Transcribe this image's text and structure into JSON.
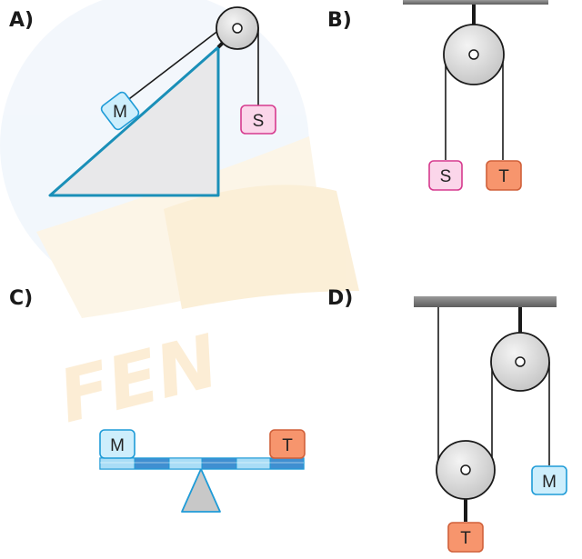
{
  "panels": {
    "a": {
      "label": "A)",
      "block_m": "M",
      "block_s": "S"
    },
    "b": {
      "label": "B)",
      "block_s": "S",
      "block_t": "T"
    },
    "c": {
      "label": "C)",
      "block_m": "M",
      "block_t": "T"
    },
    "d": {
      "label": "D)",
      "block_t": "T",
      "block_m": "M"
    }
  },
  "watermark": {
    "text": "FEN"
  },
  "colors": {
    "block_m_fill": "#cdeefc",
    "block_m_stroke": "#1e9bd7",
    "block_s_fill": "#fbd6ea",
    "block_s_stroke": "#d63a8e",
    "block_t_fill": "#f7956d",
    "block_t_stroke": "#d0603a",
    "incline_fill": "#e8e8ea",
    "incline_stroke": "#1a8fb8",
    "pulley_fill": "#d9d9d9",
    "ceiling": "#7f7f7f",
    "beam_light": "#a9ddf6",
    "beam_dark": "#3f8fd1",
    "fulcrum": "#c8c8c8"
  }
}
